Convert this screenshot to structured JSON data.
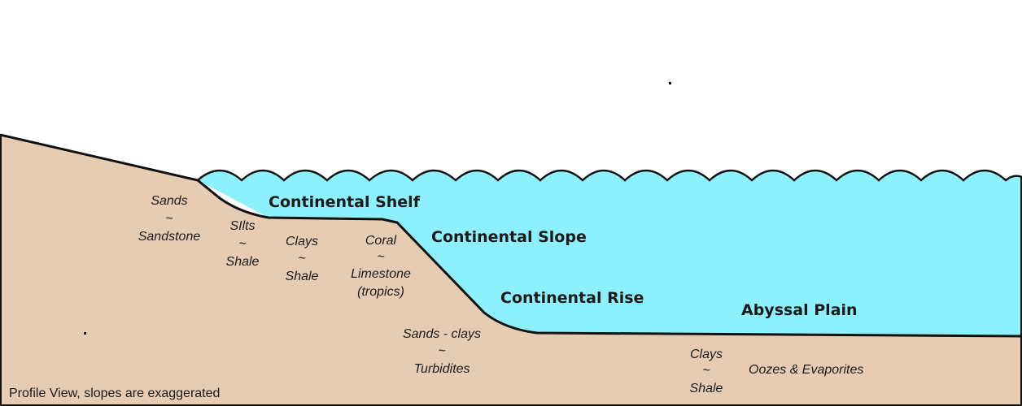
{
  "colors": {
    "water": "#8df0fd",
    "land": "#e6ccb2",
    "outline": "#111111",
    "background": "#ffffff"
  },
  "zones": {
    "continental_shelf": "Continental Shelf",
    "continental_slope": "Continental Slope",
    "continental_rise": "Continental Rise",
    "abyssal_plain": "Abyssal Plain"
  },
  "sediments": {
    "sands": [
      "Sands",
      "~",
      "Sandstone"
    ],
    "silts": [
      "SIlts",
      "~",
      "Shale"
    ],
    "clays": [
      "Clays",
      "~",
      "Shale"
    ],
    "coral": [
      "Coral",
      "~",
      "Limestone",
      "(tropics)"
    ],
    "turbidites": [
      "Sands - clays",
      "~",
      "Turbidites"
    ],
    "abyssal_clays": [
      "Clays",
      "~",
      "Shale"
    ],
    "oozes": "Oozes & Evaporites"
  },
  "note": "Profile View, slopes are exaggerated"
}
